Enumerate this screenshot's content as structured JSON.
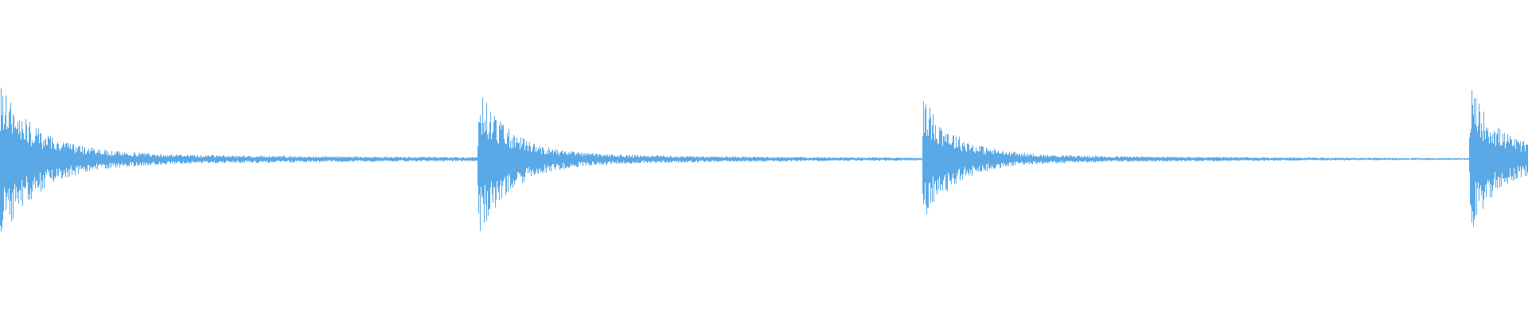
{
  "waveform": {
    "color": "#5aa9e6",
    "background": "#ffffff",
    "duration_fraction_visible": 1.0,
    "hits": [
      {
        "onset": 0.0,
        "peak_top": 0.78,
        "peak_bottom": 0.87,
        "decay": 0.07,
        "sustain": 0.1
      },
      {
        "onset": 0.313,
        "peak_top": 0.74,
        "peak_bottom": 0.83,
        "decay": 0.06,
        "sustain": 0.09
      },
      {
        "onset": 0.604,
        "peak_top": 0.65,
        "peak_bottom": 0.67,
        "decay": 0.06,
        "sustain": 0.09
      },
      {
        "onset": 0.962,
        "peak_top": 0.72,
        "peak_bottom": 0.73,
        "decay": 0.05,
        "sustain": 0.18
      }
    ]
  }
}
